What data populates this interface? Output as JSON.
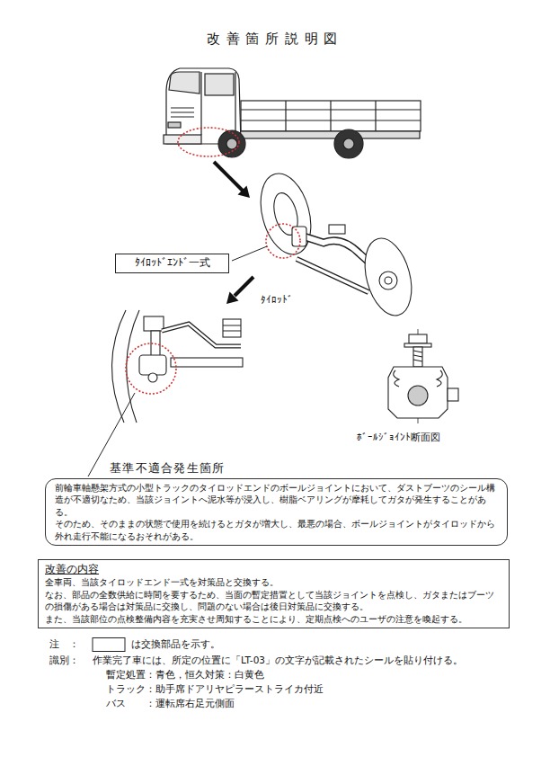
{
  "diagram": {
    "title": "改善箇所説明図",
    "nodes": [
      {
        "text": [
          "ﾀｲﾛｯﾄﾞｴﾝﾄﾞ一式"
        ]
      },
      {
        "text": [
          "基準不適合発生箇所",
          "前輪車軸懸架方式の小型トラックのタイロッドエンドのボールジョイントにおいて、ダストブーツのシール構造が不適切なため、当該ジョイントへ泥水等が浸入し、樹脂ベアリングが摩耗してガタが発生することがある。",
          "そのため、そのままの状態で使用を続けるとガタが増大し、最悪の場合、ボールジョイントがタイロッドから外れ走行不能になるおそれがある。"
        ]
      },
      {
        "text": [
          "改善の内容",
          "全車両、当該タイロッドエンド一式を対策品と交換する。",
          "なお、部品の全数供給に時間を要するため、当面の暫定措置として当該ジョイントを点検し、ガタまたはブーツの損傷がある場合は対策品に交換し、問題のない場合は後日対策品に交換する。",
          "また、当該部位の点検整備内容を充実させ周知することにより、定期点検へのユーザの注意を喚起する。"
        ]
      }
    ],
    "labels": [
      "ﾀｲﾛｯﾄﾞ",
      "ﾎﾞｰﾙｼﾞｮｲﾝﾄ断面図",
      "注　：",
      "は交換部品を示す。",
      "識別：",
      "作業完了車には、所定の位置に「LT-03」の文字が記載されたシールを貼り付ける。",
      "暫定処置：青色，恒久対策：白黄色",
      "トラック：助手席ドアリヤピラーストライカ付近",
      "バス　　：運転席右足元側面"
    ]
  }
}
